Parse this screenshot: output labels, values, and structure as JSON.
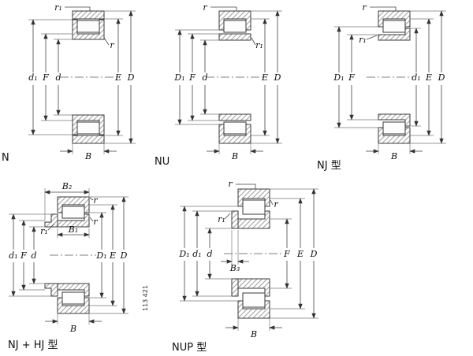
{
  "figure_number": "113 421",
  "diagrams": [
    {
      "caption": "N",
      "labels": {
        "r1": "r₁",
        "r": "r",
        "d1": "d₁",
        "F": "F",
        "d": "d",
        "E": "E",
        "D": "D",
        "B": "B"
      }
    },
    {
      "caption": "NU",
      "labels": {
        "r": "r",
        "r1": "r₁",
        "D1": "D₁",
        "F": "F",
        "d": "d",
        "E": "E",
        "D": "D",
        "B": "B"
      }
    },
    {
      "caption": "NJ 型",
      "labels": {
        "r": "r",
        "r1": "r₁",
        "D1": "D₁",
        "F": "F",
        "d1": "d₁",
        "E": "E",
        "D": "D",
        "B": "B"
      }
    },
    {
      "caption": "NJ + HJ 型",
      "labels": {
        "B2": "B₂",
        "r_outer": "r",
        "r_inner": "r",
        "r1": "r₁",
        "B1": "B₁",
        "d1": "d₁",
        "F": "F",
        "d": "d",
        "D1": "D₁",
        "E": "E",
        "D": "D",
        "B": "B"
      }
    },
    {
      "caption": "NUP 型",
      "labels": {
        "r_top": "r",
        "r_side": "r",
        "r1": "r₁",
        "B3": "B₃",
        "D1": "D₁",
        "d1": "d₁",
        "d": "d",
        "F": "F",
        "E": "E",
        "D": "D",
        "B": "B"
      }
    }
  ]
}
